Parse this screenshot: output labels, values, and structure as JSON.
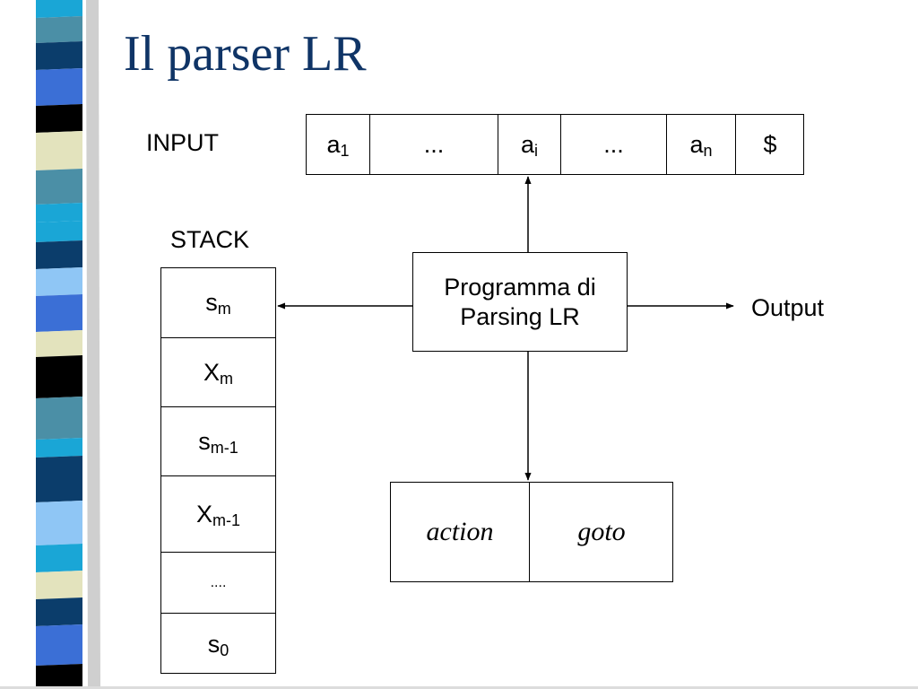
{
  "title": "Il parser LR",
  "labels": {
    "input": "INPUT",
    "stack": "STACK",
    "output": "Output"
  },
  "input_tape": [
    {
      "base": "a",
      "sub": "1"
    },
    {
      "base": "...",
      "sub": ""
    },
    {
      "base": "a",
      "sub": "i"
    },
    {
      "base": "...",
      "sub": ""
    },
    {
      "base": "a",
      "sub": "n"
    },
    {
      "base": "$",
      "sub": ""
    }
  ],
  "stack": [
    {
      "base": "s",
      "sub": "m"
    },
    {
      "base": "X",
      "sub": "m"
    },
    {
      "base": "s",
      "sub": "m-1"
    },
    {
      "base": "X",
      "sub": "m-1"
    },
    {
      "base": "....",
      "sub": ""
    },
    {
      "base": "s",
      "sub": "0"
    }
  ],
  "program": {
    "line1": "Programma di",
    "line2": "Parsing LR"
  },
  "tables": {
    "action": "action",
    "goto": "goto"
  },
  "colors": {
    "title": "#0f3466",
    "stripe": [
      "#0b3d6b",
      "#1f6ea3",
      "#3b6fd6",
      "#000000",
      "#e3e3bd",
      "#4b8fa6",
      "#1aa6d6",
      "#8fc6f5"
    ]
  }
}
